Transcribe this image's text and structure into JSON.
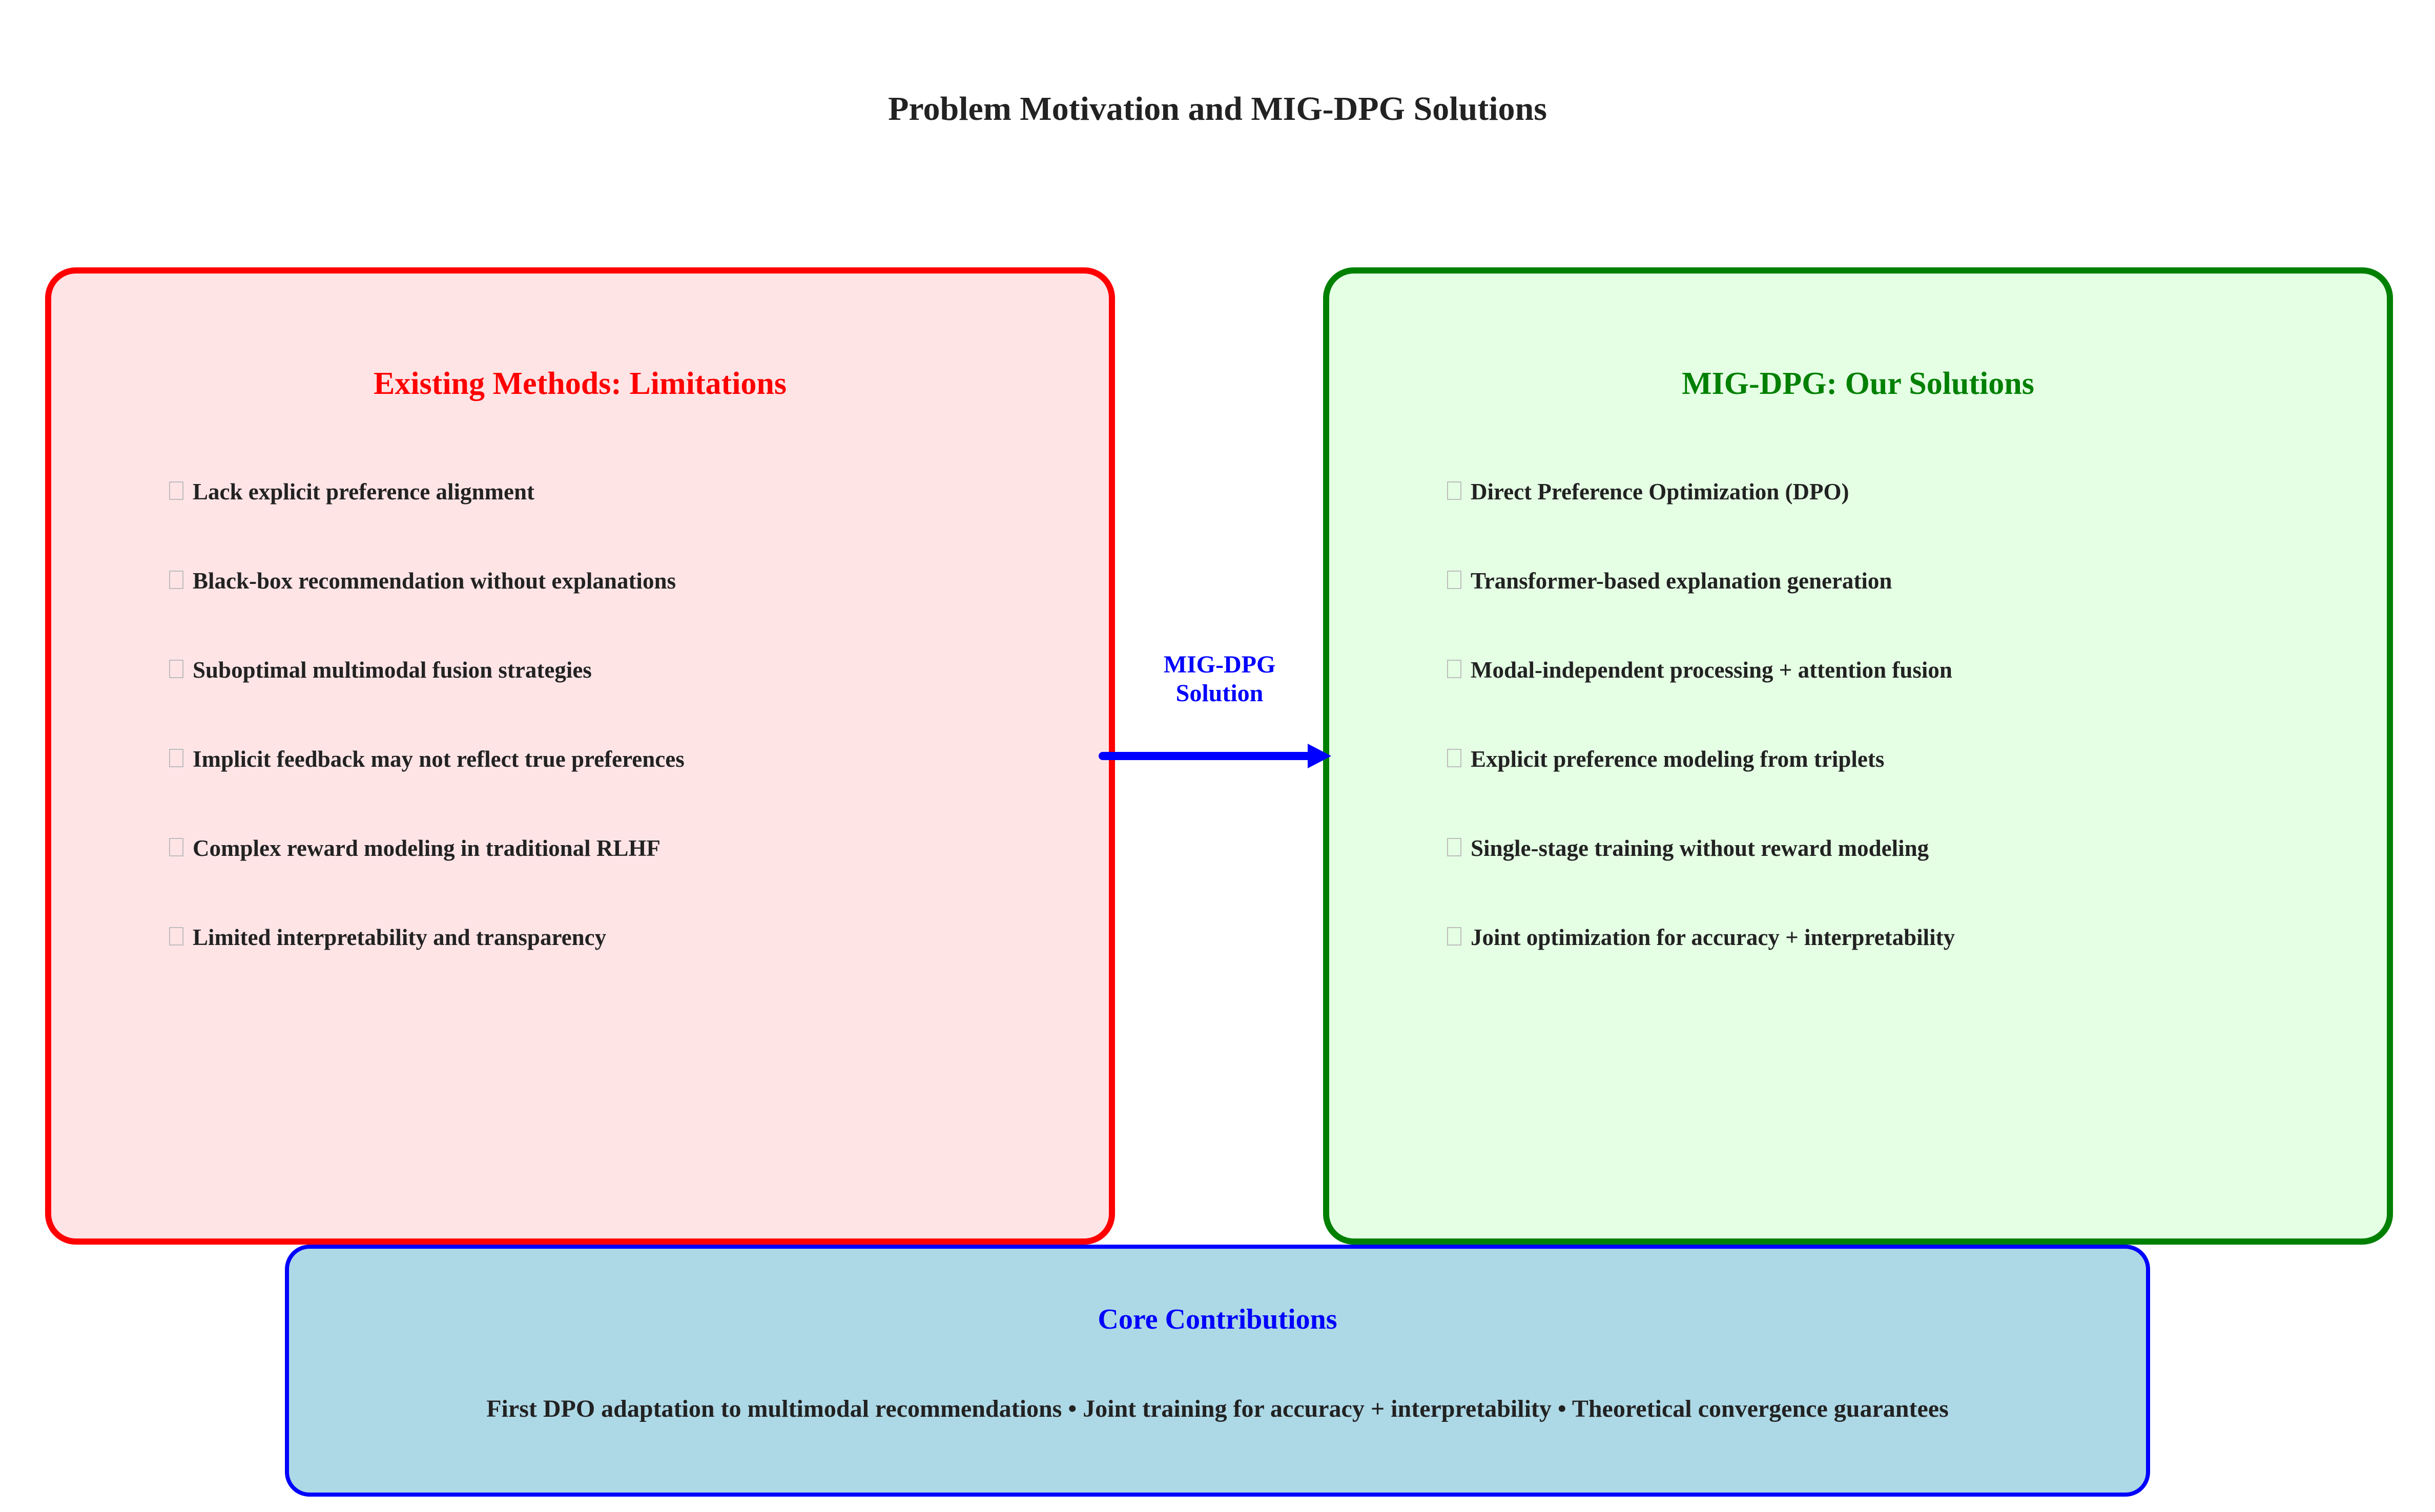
{
  "title": "Problem Motivation and MIG-DPG Solutions",
  "colors": {
    "limitations_border": "#ff0000",
    "limitations_fill": "#ffe4e6",
    "solutions_border": "#008000",
    "solutions_fill": "#e4ffe4",
    "arrow": "#0000ff",
    "contributions_border": "#0000ff",
    "contributions_fill": "#add8e6"
  },
  "limitations": {
    "heading": "Existing Methods: Limitations",
    "items": [
      "Lack explicit preference alignment",
      "Black-box recommendation without explanations",
      "Suboptimal multimodal fusion strategies",
      "Implicit feedback may not reflect true preferences",
      "Complex reward modeling in traditional RLHF",
      "Limited interpretability and transparency"
    ]
  },
  "solutions": {
    "heading": "MIG-DPG: Our Solutions",
    "items": [
      "Direct Preference Optimization (DPO)",
      "Transformer-based explanation generation",
      "Modal-independent processing + attention fusion",
      "Explicit preference modeling from triplets",
      "Single-stage training without reward modeling",
      "Joint optimization for accuracy + interpretability"
    ]
  },
  "arrow": {
    "label_line1": "MIG-DPG",
    "label_line2": "Solution"
  },
  "contributions": {
    "heading": "Core Contributions",
    "text": "First DPO adaptation to multimodal recommendations • Joint training for accuracy + interpretability • Theoretical convergence guarantees"
  }
}
